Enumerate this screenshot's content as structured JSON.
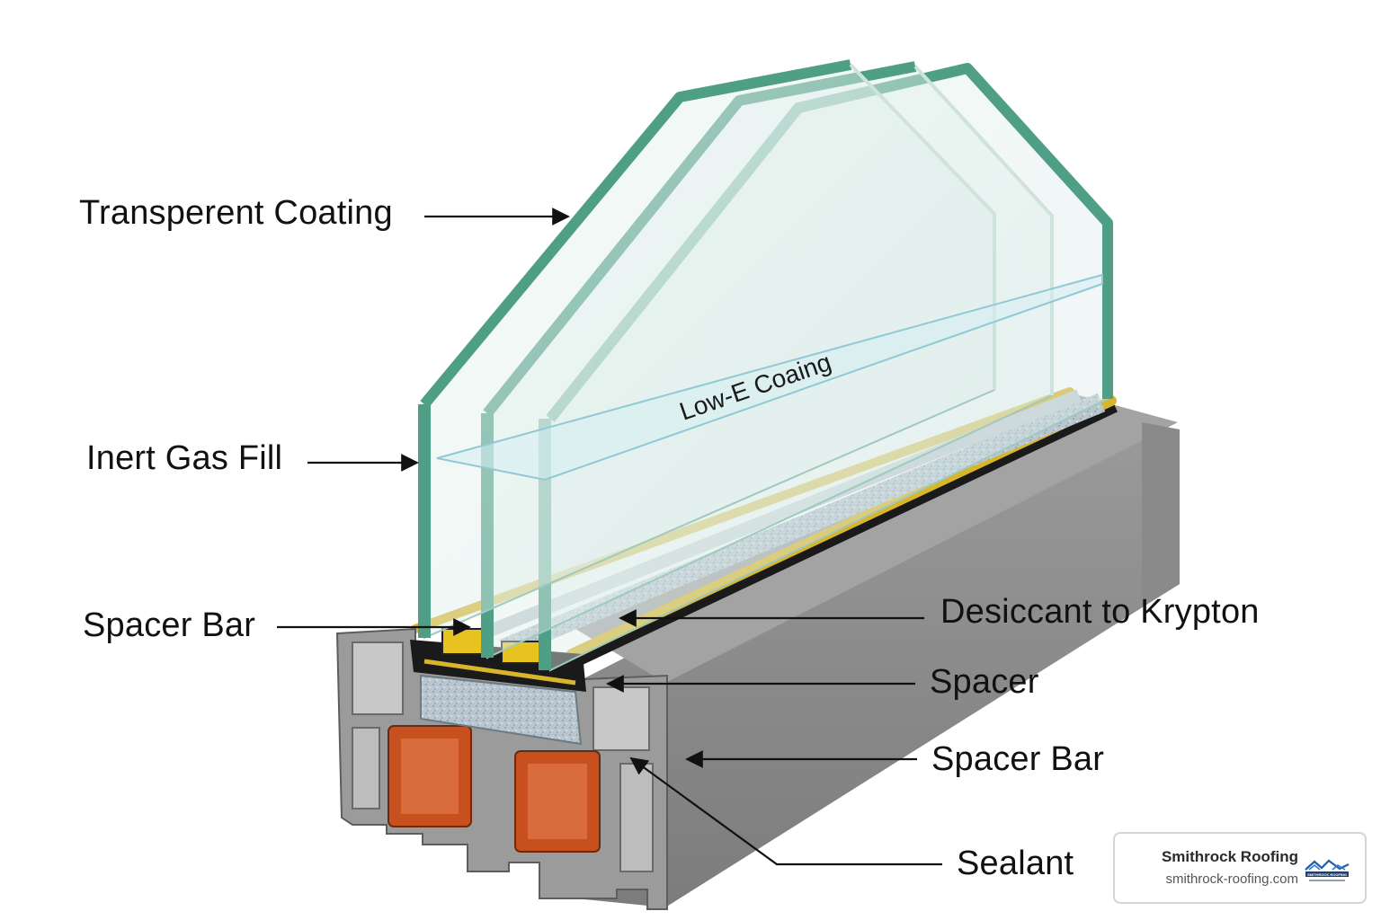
{
  "labels": {
    "transparent_coating": "Transperent Coating",
    "inert_gas_fill": "Inert Gas Fill",
    "spacer_bar_left": "Spacer Bar",
    "desiccant": "Desiccant to Krypton",
    "spacer": "Spacer",
    "spacer_bar_right": "Spacer Bar",
    "sealant": "Sealant",
    "low_e": "Low-E Coaing"
  },
  "brand": {
    "name": "Smithrock Roofing",
    "url": "smithrock-roofing.com",
    "logo_icon": "roof-logo-icon",
    "logo_text": "SMITHROCK ROOFING"
  },
  "colors": {
    "glass_edge": "#4f9e86",
    "frame": "#8e8e8e",
    "frame_dark": "#6d6d6d",
    "reinforcement": "#c8501f",
    "seal": "#d9b52b",
    "desiccant": "#b8c4cc"
  }
}
